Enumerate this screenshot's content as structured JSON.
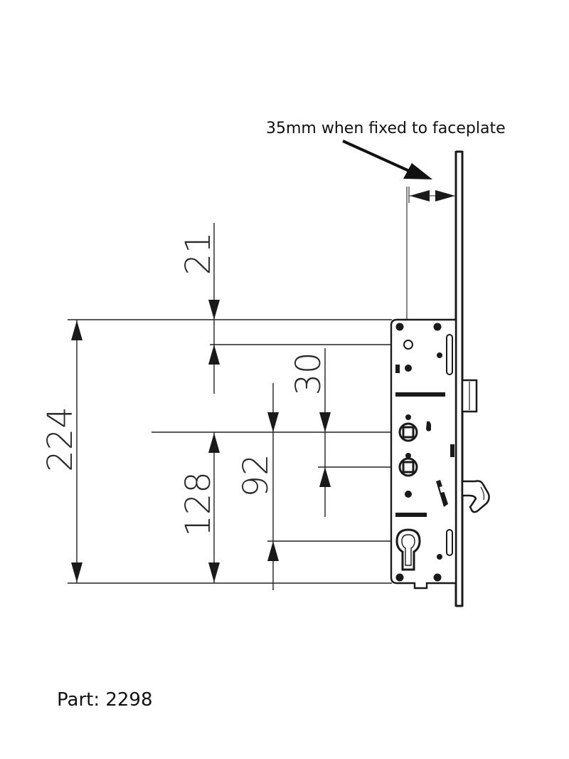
{
  "annotation": {
    "text": "35mm when fixed to faceplate"
  },
  "dimensions": {
    "total_height": "224",
    "top_offset": "21",
    "handle_to_cylinder": "92",
    "follower_spacing": "30",
    "lower_span": "128"
  },
  "part": {
    "label": "Part: 2298"
  },
  "colors": {
    "line": "#222222",
    "background": "#ffffff"
  }
}
